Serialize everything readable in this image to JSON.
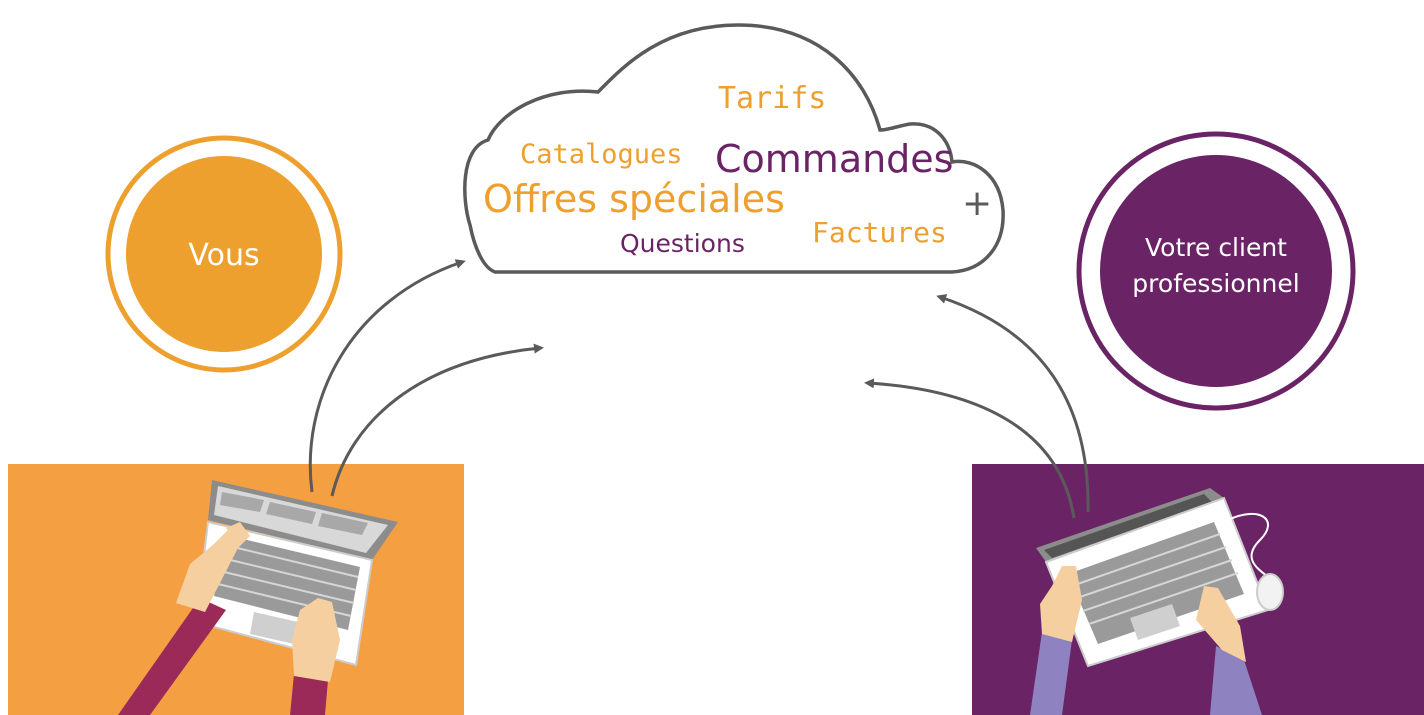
{
  "you": {
    "label": "Vous"
  },
  "client": {
    "line1": "Votre client",
    "line2": "professionnel"
  },
  "cloud": {
    "words": {
      "tarifs": "Tarifs",
      "catalogues": "Catalogues",
      "commandes": "Commandes",
      "offres": "Offres spéciales",
      "plus": "+",
      "questions": "Questions",
      "factures": "Factures"
    }
  },
  "colors": {
    "orange": "#EDA02E",
    "orange_panel": "#F4A042",
    "purple": "#6A2466",
    "outline": "#5a5a5a"
  }
}
